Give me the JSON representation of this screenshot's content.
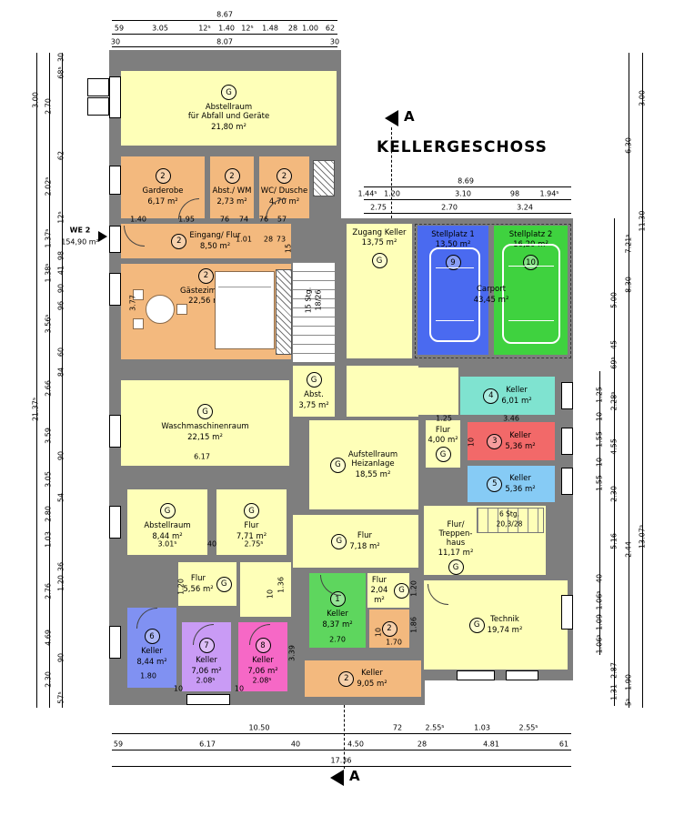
{
  "title": "KELLERGESCHOSS",
  "section_marker": "A",
  "we2": {
    "label": "WE 2",
    "area": "154,90 m²"
  },
  "palette": {
    "wall": "#7e7e7e",
    "yellow": "#feffb8",
    "orange": "#f3b97e",
    "blue": "#4a6af0",
    "green": "#3fd23f",
    "green2": "#5ed65e",
    "turquoise": "#7fe3d0",
    "red": "#f26969",
    "lightblue": "#86cbf5",
    "periwinkle": "#8091f2",
    "violet": "#c99bf5",
    "pink": "#f668c6"
  },
  "rooms": {
    "abfall": {
      "num": "G",
      "name": "Abstellraum\nfür Abfall und Geräte",
      "area": "21,80 m²"
    },
    "garderobe": {
      "num": "2",
      "name": "Garderobe",
      "area": "6,17 m²"
    },
    "abstwm": {
      "num": "2",
      "name": "Abst./ WM",
      "area": "2,73 m²"
    },
    "wc": {
      "num": "2",
      "name": "WC/ Dusche",
      "area": "4,70 m²"
    },
    "eingang": {
      "num": "2",
      "name": "Eingang/ Flur",
      "area": "8,50 m²"
    },
    "gast": {
      "num": "2",
      "name": "Gästezimmer",
      "area": "22,56 m²"
    },
    "zugang": {
      "num": "G",
      "name": "Zugang Keller",
      "area": "13,75 m²"
    },
    "sp1": {
      "num": "9",
      "name": "Stellplatz 1",
      "area": "13,50 m²"
    },
    "sp2": {
      "num": "10",
      "name": "Stellplatz 2",
      "area": "16,20 m²"
    },
    "carport": {
      "name": "Carport",
      "area": "43,45 m²"
    },
    "abst": {
      "num": "G",
      "name": "Abst.",
      "area": "3,75 m²"
    },
    "wasch": {
      "num": "G",
      "name": "Waschmaschinenraum",
      "area": "22,15 m²"
    },
    "k4": {
      "num": "4",
      "name": "Keller",
      "area": "6,01 m²"
    },
    "flur4": {
      "num": "G",
      "name": "Flur",
      "area": "4,00 m²"
    },
    "k3": {
      "num": "3",
      "name": "Keller",
      "area": "5,36 m²"
    },
    "k5": {
      "num": "5",
      "name": "Keller",
      "area": "5,36 m²"
    },
    "aufstell": {
      "num": "G",
      "name": "Aufstellraum\nHeizanlage",
      "area": "18,55 m²"
    },
    "abstell": {
      "num": "G",
      "name": "Abstellraum",
      "area": "8,44 m²"
    },
    "flur771": {
      "num": "G",
      "name": "Flur",
      "area": "7,71 m²"
    },
    "flur718": {
      "num": "G",
      "name": "Flur",
      "area": "7,18 m²"
    },
    "treppe": {
      "num": "G",
      "name": "Flur/\nTreppen-\nhaus",
      "area": "11,17 m²"
    },
    "stairs6": {
      "name": "6 Stg.",
      "detail": "20,3/28"
    },
    "stairs15": {
      "name": "15 Stg.",
      "detail": "18/26"
    },
    "flur556": {
      "num": "G",
      "name": "Flur",
      "area": "5,56 m²"
    },
    "flur204": {
      "num": "G",
      "name": "Flur",
      "area": "2,04 m²"
    },
    "k1": {
      "num": "1",
      "name": "Keller",
      "area": "8,37 m²"
    },
    "k2k": {
      "num": "2"
    },
    "k6": {
      "num": "6",
      "name": "Keller",
      "area": "8,44 m²"
    },
    "k7": {
      "num": "7",
      "name": "Keller",
      "area": "7,06 m²"
    },
    "k8": {
      "num": "8",
      "name": "Keller",
      "area": "7,06 m²"
    },
    "k905": {
      "num": "2",
      "name": "Keller",
      "area": "9,05 m²"
    },
    "technik": {
      "num": "G",
      "name": "Technik",
      "area": "19,74 m²"
    }
  },
  "dims": {
    "top_total": "8.67",
    "top_mid": [
      "59",
      "3.05",
      "12⁵",
      "1.40",
      "12⁵",
      "1.48",
      "28",
      "1.00",
      "62"
    ],
    "top_in": [
      "30",
      "8.07",
      "30"
    ],
    "cp_total": "8.69",
    "cp_mid": [
      "1.44⁵",
      "1.20",
      "3.10",
      "98",
      "1.94⁵"
    ],
    "cp_in": [
      "2.75",
      "2.70",
      "3.24"
    ],
    "bot1": [
      "10.50",
      "72",
      "2.55⁵",
      "1.03",
      "2.55⁵"
    ],
    "bot2": [
      "59",
      "6.17",
      "40",
      "4.50",
      "28",
      "4.81",
      "61"
    ],
    "bot_total": "17.36",
    "l_out": [
      "3.00",
      "21.37⁵"
    ],
    "l_mid": [
      "2.70",
      "2.02⁵",
      "1.37⁵",
      "1.38⁵",
      "3.56⁵",
      "2.66",
      "3.59",
      "3.05",
      "2.80",
      "1.03",
      "2.76",
      "4.69",
      "2.30"
    ],
    "l_in": [
      "30",
      "68⁵",
      "62",
      "12⁵",
      "98",
      "41",
      "90",
      "96",
      "60",
      "84",
      "90",
      "54",
      "36",
      "1.20",
      "90",
      "57⁵"
    ],
    "r_out": [
      "3.00",
      "11.30",
      "13.07⁵"
    ],
    "r_mid": [
      "6.30",
      "7.21⁵",
      "8.30",
      "2.44",
      "1.90",
      "5⁵"
    ],
    "r_c3": [
      "5.00",
      "45",
      "69⁵",
      "2.28⁵",
      "4.55",
      "2.30",
      "5.16",
      "2.87",
      "1.31"
    ],
    "r_in": [
      "1.25",
      "10",
      "1.55",
      "10",
      "1.55",
      "40",
      "1.06⁵",
      "1.09",
      "1.06⁵"
    ],
    "inner": [
      "1.40",
      "1.95",
      "76",
      "74",
      "76",
      "57",
      "1.01",
      "28",
      "73",
      "15",
      "3.77",
      "6.17",
      "3.01⁵",
      "40",
      "2.75⁵",
      "1.25",
      "3.46",
      "10",
      "1.20",
      "10",
      "1.36",
      "1.20",
      "2.70",
      "10",
      "1.70",
      "1.86",
      "1.80",
      "2.08⁵",
      "10",
      "2.08⁵",
      "10",
      "3.39"
    ]
  }
}
